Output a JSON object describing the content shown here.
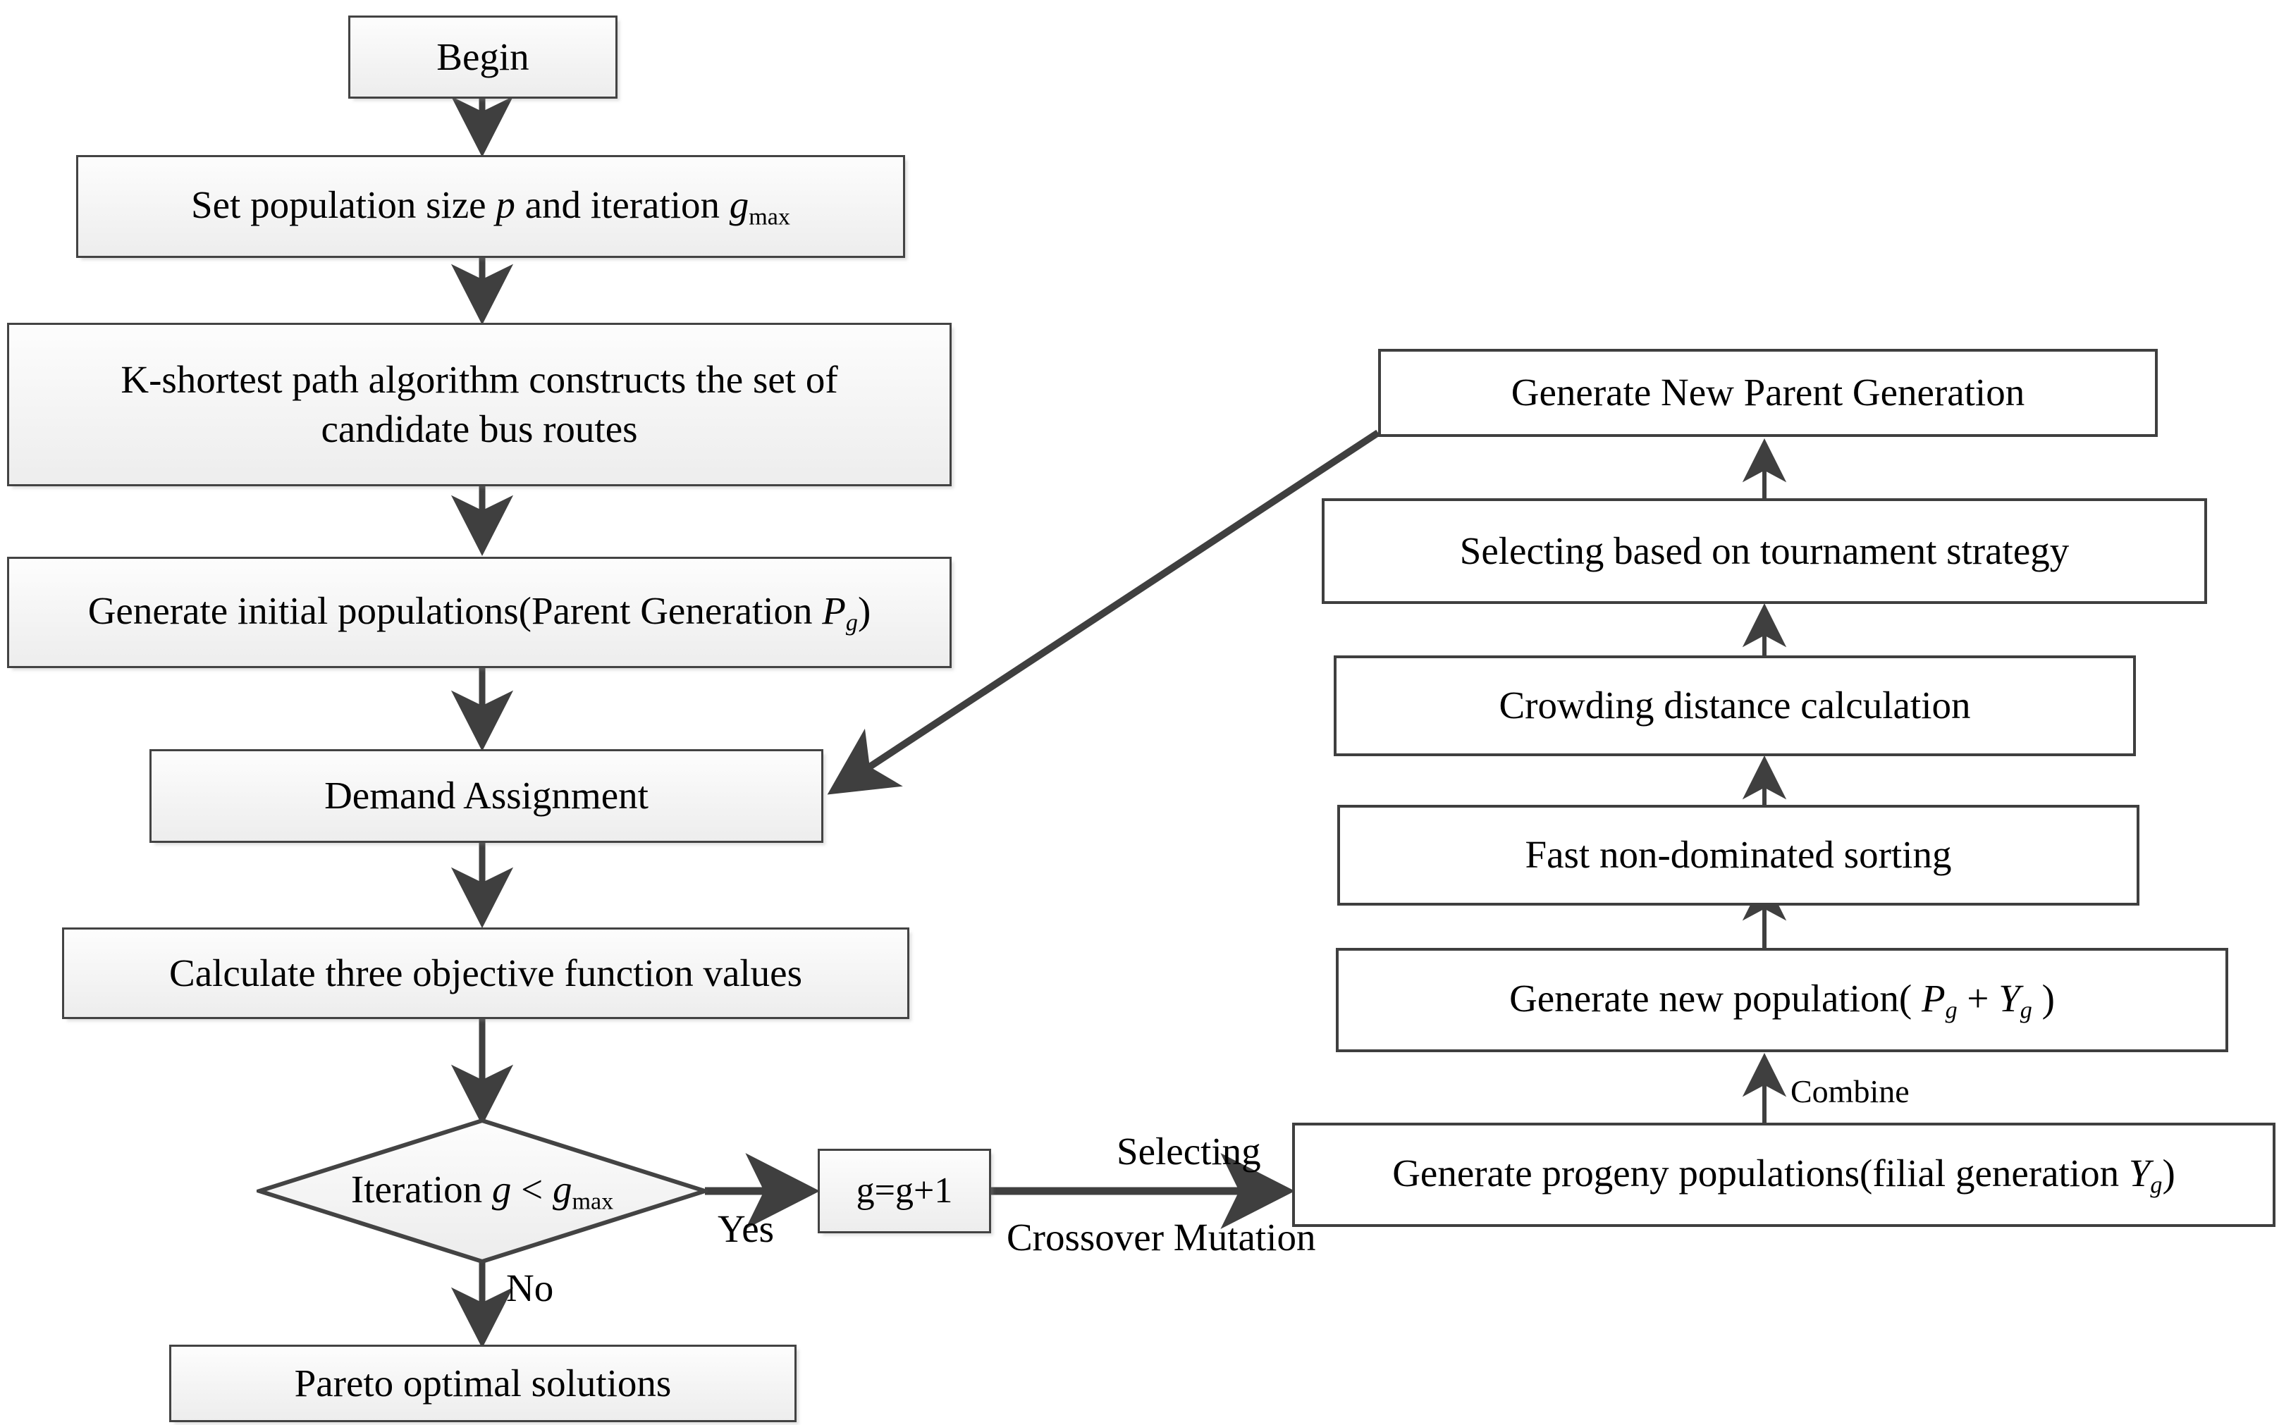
{
  "diagram": {
    "title": "NSGA-II bus route optimization flowchart",
    "colors": {
      "box_border_left": "#434343",
      "box_border_right": "#3f3f3f",
      "box_fill_left": "#f4f4f4",
      "box_fill_right": "#ffffff",
      "arrow": "#3f3f3f",
      "text": "#000000",
      "background": "#ffffff"
    },
    "nodes": {
      "begin": {
        "label": "Begin"
      },
      "set_population": {
        "label_prefix": "Set population size ",
        "var_p": "p",
        "label_mid": " and iteration ",
        "var_g": "g",
        "var_g_sub": "max"
      },
      "k_shortest": {
        "line1": "K-shortest path algorithm constructs the set of",
        "line2": "candidate bus routes"
      },
      "initial_populations": {
        "label_prefix": "Generate initial populations(Parent Generation ",
        "var_P": "P",
        "var_P_sub": "g",
        "label_suffix": ")"
      },
      "demand_assignment": {
        "label": "Demand Assignment"
      },
      "calculate_objectives": {
        "label": "Calculate three objective function values"
      },
      "iteration_decision": {
        "label_prefix": "Iteration ",
        "var_g1": "g",
        "operator": " < ",
        "var_g2": "g",
        "var_g2_sub": "max"
      },
      "pareto": {
        "label": "Pareto optimal solutions"
      },
      "increment": {
        "label": "g=g+1"
      },
      "progeny": {
        "label_prefix": "Generate progeny populations(filial generation ",
        "var_Y": "Y",
        "var_Y_sub": "g",
        "label_suffix": ")"
      },
      "new_population": {
        "label_prefix": "Generate new population( ",
        "var_P": "P",
        "var_P_sub": "g",
        "plus": " + ",
        "var_Y": "Y",
        "var_Y_sub": "g",
        "label_suffix": " )"
      },
      "fast_sorting": {
        "label": "Fast non-dominated sorting"
      },
      "crowding": {
        "label": "Crowding distance calculation"
      },
      "tournament": {
        "label": "Selecting based on tournament strategy"
      },
      "new_parent": {
        "label": "Generate New Parent Generation"
      }
    },
    "edge_labels": {
      "yes": "Yes",
      "no": "No",
      "selecting": "Selecting",
      "crossover_mutation": "Crossover  Mutation",
      "combine": "Combine"
    }
  }
}
